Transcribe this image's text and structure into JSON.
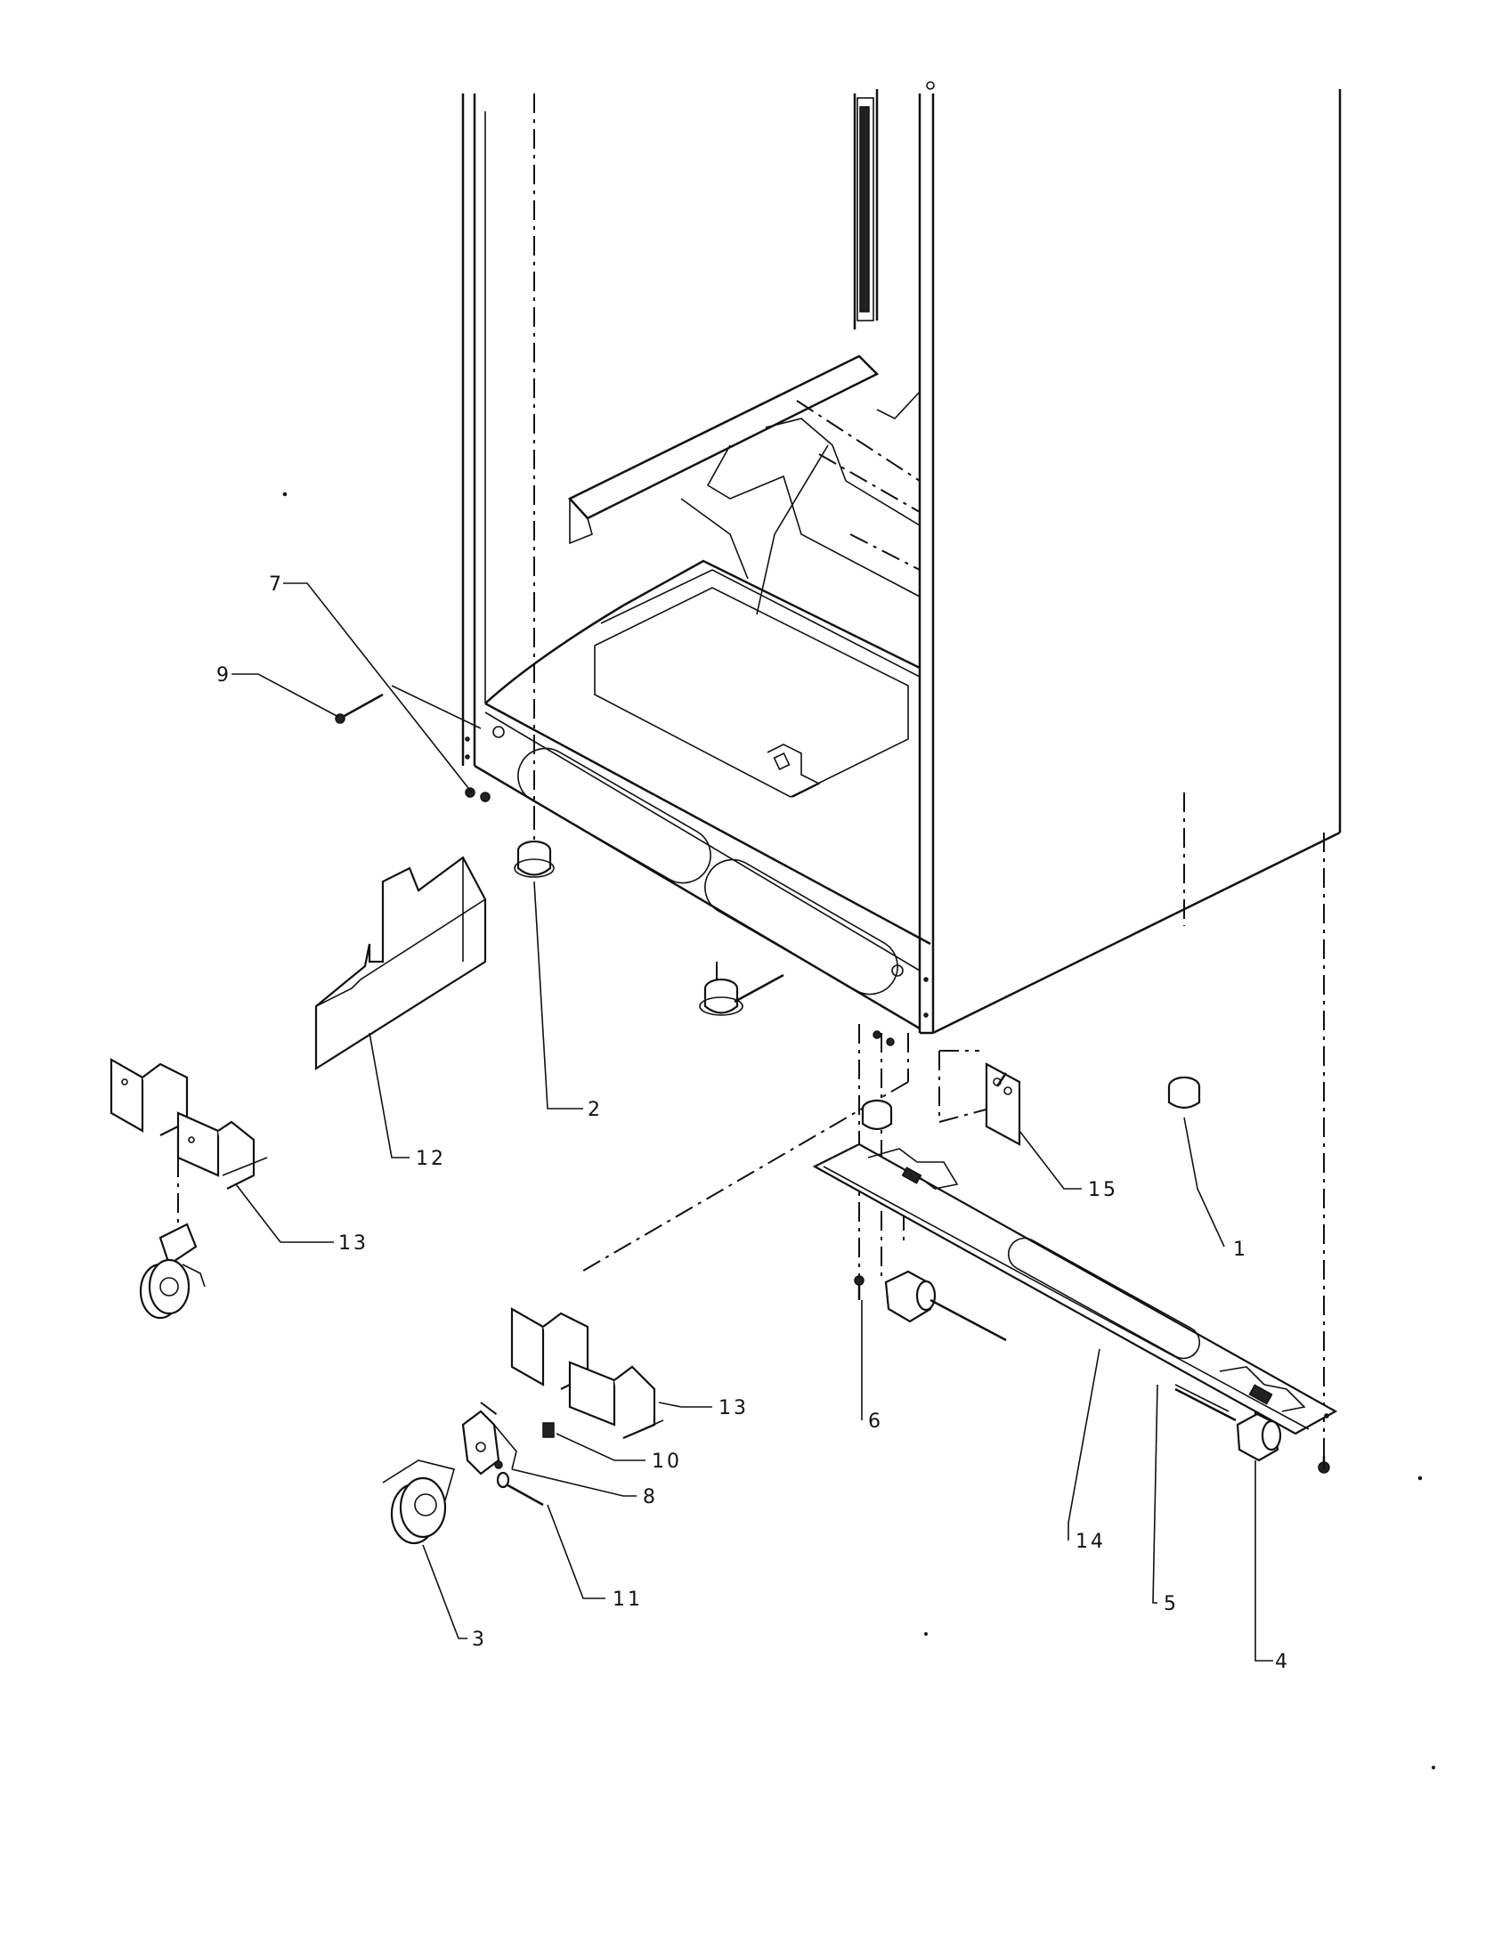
{
  "callouts": [
    {
      "id": "1",
      "text": "1"
    },
    {
      "id": "2",
      "text": "2"
    },
    {
      "id": "3",
      "text": "3"
    },
    {
      "id": "4",
      "text": "4"
    },
    {
      "id": "5",
      "text": "5"
    },
    {
      "id": "6",
      "text": "6"
    },
    {
      "id": "7",
      "text": "7"
    },
    {
      "id": "8",
      "text": "8"
    },
    {
      "id": "9",
      "text": "9"
    },
    {
      "id": "10",
      "text": "10"
    },
    {
      "id": "11",
      "text": "11"
    },
    {
      "id": "12",
      "text": "12"
    },
    {
      "id": "13a",
      "text": "13"
    },
    {
      "id": "13b",
      "text": "13"
    },
    {
      "id": "14",
      "text": "14"
    },
    {
      "id": "15",
      "text": "15"
    }
  ]
}
